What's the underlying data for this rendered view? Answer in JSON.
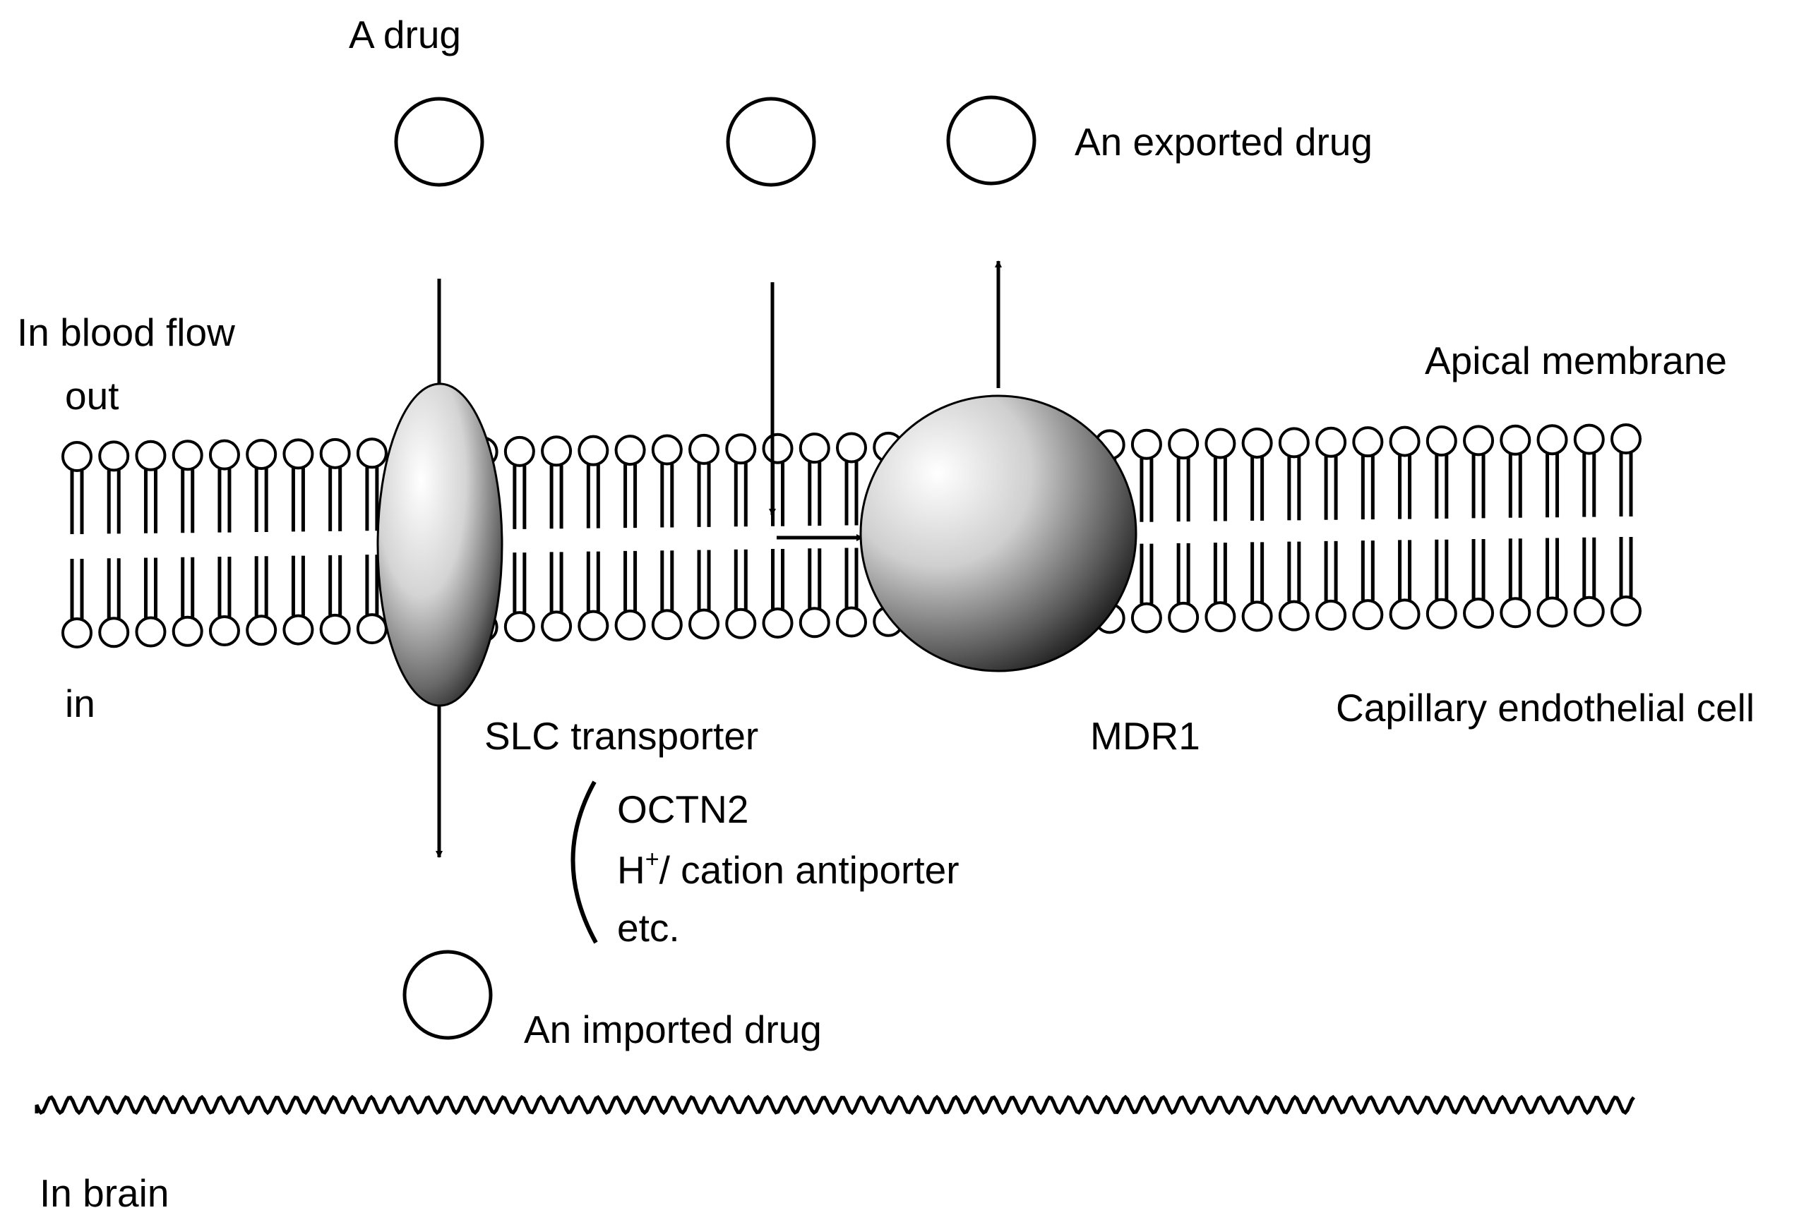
{
  "labels": {
    "a_drug": "A drug",
    "exported_drug": "An exported drug",
    "in_blood_flow": "In blood flow",
    "out": "out",
    "apical_membrane": "Apical membrane",
    "in": "in",
    "slc_transporter": "SLC transporter",
    "mdr1": "MDR1",
    "capillary_cell": "Capillary endothelial cell",
    "octn2": "OCTN2",
    "h_symbol": "H",
    "h_superscript": "+",
    "antiporter_rest": "/ cation antiporter",
    "etc": "etc.",
    "imported_drug": "An imported drug",
    "in_brain": "In brain"
  },
  "colors": {
    "line": "#000000",
    "background": "#ffffff",
    "protein_light": "#ffffff",
    "protein_dark": "#1a1a1a"
  }
}
